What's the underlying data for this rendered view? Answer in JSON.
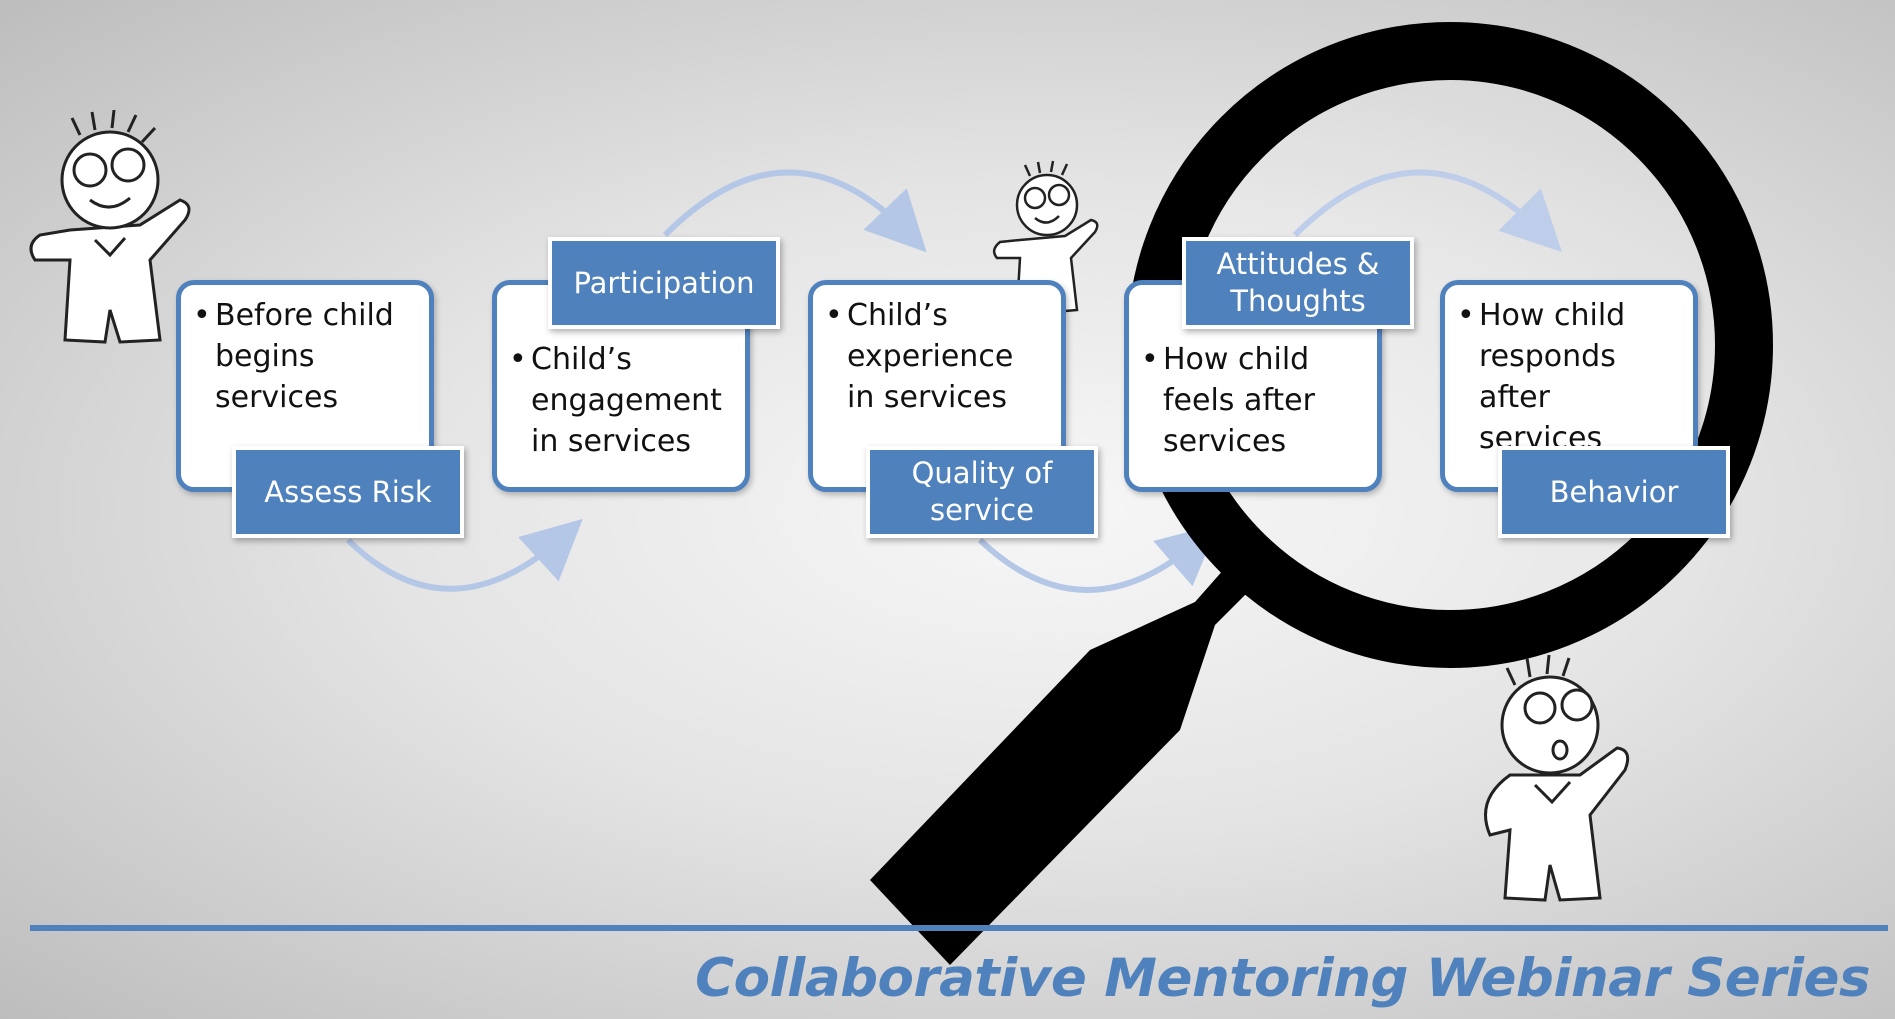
{
  "steps": [
    {
      "label": "Assess Risk",
      "bullet": "Before child begins services"
    },
    {
      "label": "Participation",
      "bullet": "Child’s engagement in services"
    },
    {
      "label": "Quality of service",
      "bullet": "Child’s experience in services"
    },
    {
      "label": "Attitudes & Thoughts",
      "bullet": "How child feels after services"
    },
    {
      "label": "Behavior",
      "bullet": "How child responds after services"
    }
  ],
  "footer": {
    "title": "Collaborative Mentoring Webinar Series"
  },
  "colors": {
    "accent": "#4f81bd",
    "arrow": "#b4c7e7",
    "magnifier": "#000000"
  },
  "icons": [
    "magnifying-glass-icon",
    "cartoon-child-icon"
  ]
}
